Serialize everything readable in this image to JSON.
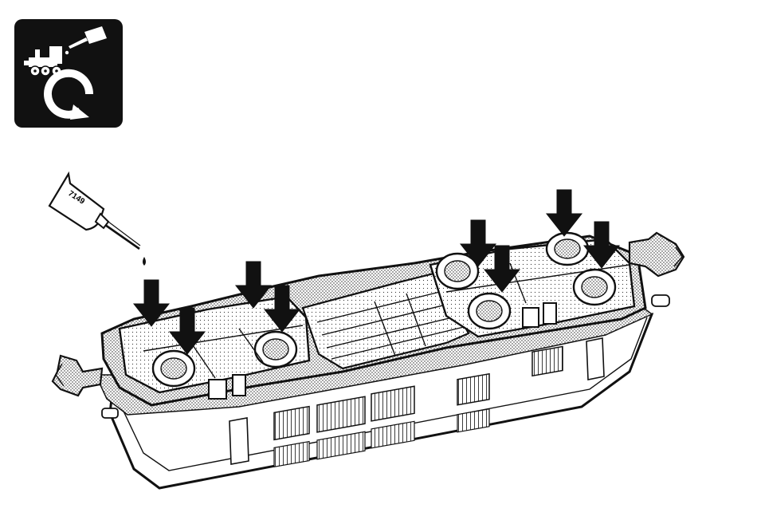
{
  "icon": {
    "name": "lubrication-maintenance-icon",
    "background": "#111111",
    "foreground": "#ffffff"
  },
  "oil_bottle": {
    "label": "7149"
  },
  "illustration": {
    "subject": "locomotive-underside",
    "arrow_count": 8,
    "ink": "#111111",
    "paper": "#ffffff"
  }
}
